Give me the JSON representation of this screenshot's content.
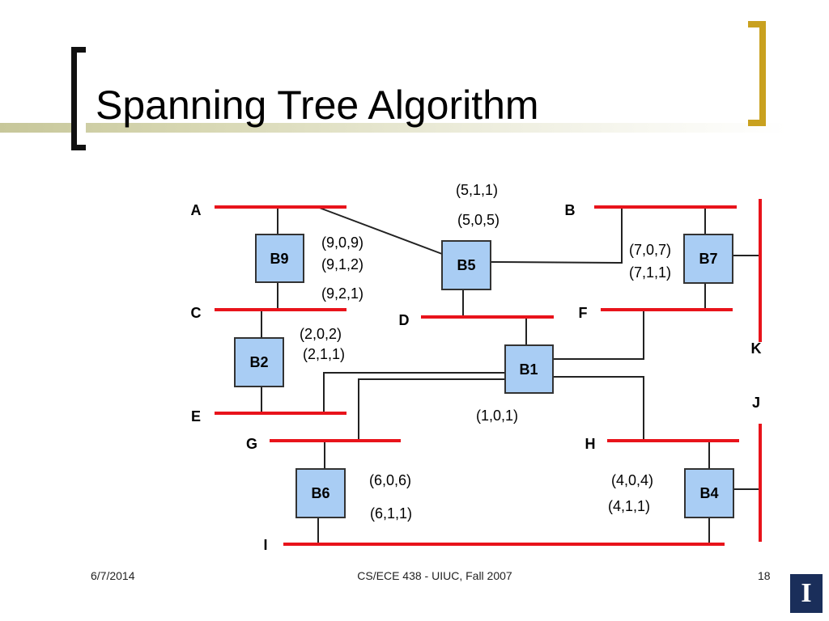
{
  "slide": {
    "title": "Spanning Tree Algorithm",
    "date": "6/7/2014",
    "course": "CS/ECE 438 - UIUC, Fall 2007",
    "page_number": "18",
    "logo_letter": "I"
  },
  "colors": {
    "lan": "#e8131b",
    "bridge_fill": "#a9cdf4",
    "bridge_border": "#333333",
    "link": "#222222",
    "accent_gold": "#c9a11f",
    "logo_bg": "#1a2e5a"
  },
  "diagram": {
    "lans": [
      "A",
      "B",
      "C",
      "D",
      "E",
      "F",
      "G",
      "H",
      "I",
      "J",
      "K"
    ],
    "bridges": [
      "B9",
      "B5",
      "B7",
      "B2",
      "B1",
      "B6",
      "B4"
    ],
    "messages": [
      "(5,1,1)",
      "(5,0,5)",
      "(9,0,9)",
      "(9,1,2)",
      "(9,2,1)",
      "(7,0,7)",
      "(7,1,1)",
      "(2,0,2)",
      "(2,1,1)",
      "(1,0,1)",
      "(6,0,6)",
      "(6,1,1)",
      "(4,0,4)",
      "(4,1,1)"
    ]
  }
}
